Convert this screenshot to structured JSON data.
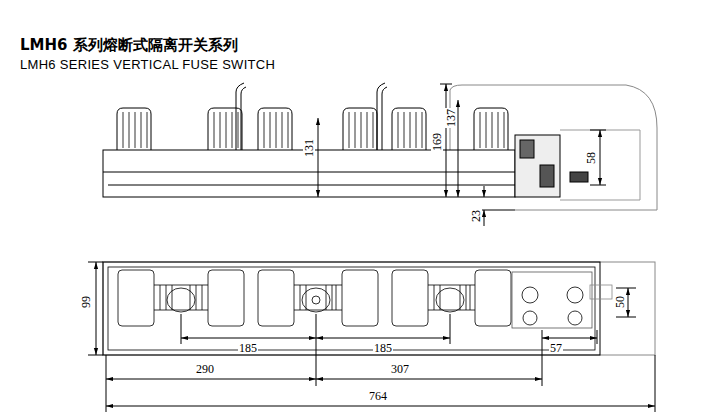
{
  "diagram": {
    "title": "LMH6 系列熔断式隔离开关系列",
    "labels": [
      "LMH6 SERIES VERTICAL FUSE SWITCH",
      "131",
      "169",
      "137",
      "58",
      "23",
      "99",
      "185",
      "185",
      "57",
      "50",
      "290",
      "307",
      "764"
    ]
  }
}
